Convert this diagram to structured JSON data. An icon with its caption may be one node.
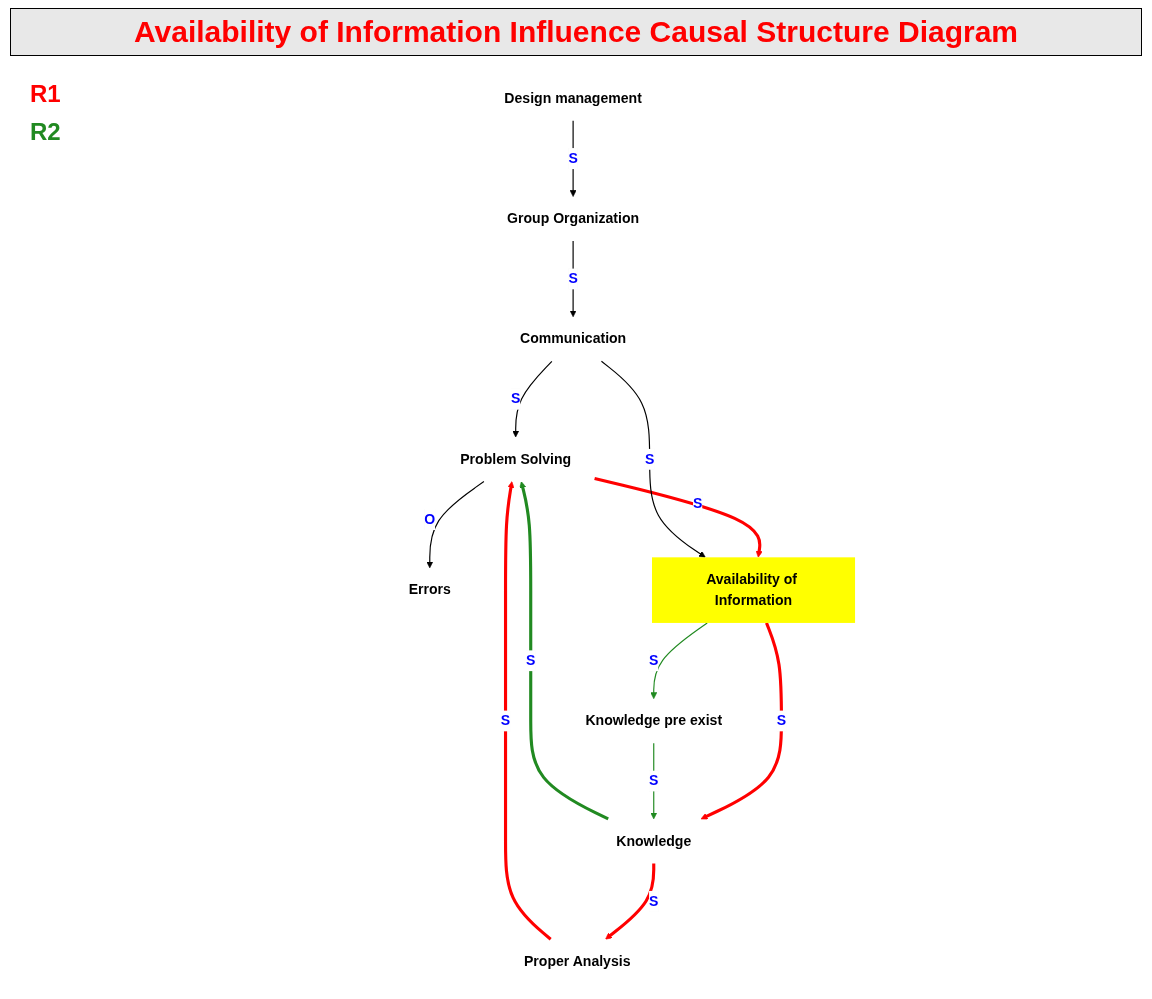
{
  "diagram": {
    "title": "Availability of Information Influence Causal Structure Diagram",
    "nodes": [
      {
        "text": [
          "Problem Solving"
        ]
      },
      {
        "text": [
          "Errors"
        ]
      },
      {
        "text": [
          "Proper Analysis"
        ]
      },
      {
        "text": [
          "Availability of Information"
        ]
      },
      {
        "text": [
          "Knowledge"
        ]
      },
      {
        "text": [
          "Communication"
        ]
      },
      {
        "text": [
          "Group Organization"
        ]
      },
      {
        "text": [
          "Design management"
        ]
      },
      {
        "text": [
          "Knowledge pre exist"
        ]
      }
    ],
    "edges": [
      {
        "from": 0,
        "to": 1,
        "arrow": "to",
        "label": "O"
      },
      {
        "from": 2,
        "to": 0,
        "arrow": "to",
        "label": "S",
        "style": "thick",
        "color": "#ff0000"
      },
      {
        "from": 0,
        "to": 3,
        "arrow": "to",
        "label": "S",
        "style": "thick",
        "color": "#ff0000"
      },
      {
        "from": 3,
        "to": 4,
        "arrow": "to",
        "label": "S",
        "style": "thick",
        "color": "#ff0000"
      },
      {
        "from": 4,
        "to": 2,
        "arrow": "to",
        "label": "S",
        "style": "thick",
        "color": "#ff0000"
      },
      {
        "from": 4,
        "to": 0,
        "arrow": "to",
        "label": "S",
        "style": "thick",
        "color": "#218a21"
      },
      {
        "from": 3,
        "to": 8,
        "arrow": "to",
        "label": "S",
        "color": "#218a21"
      },
      {
        "from": 8,
        "to": 4,
        "arrow": "to",
        "label": "S",
        "color": "#218a21"
      },
      {
        "from": 5,
        "to": 0,
        "arrow": "to",
        "label": "S"
      },
      {
        "from": 5,
        "to": 3,
        "arrow": "to",
        "label": "S"
      },
      {
        "from": 6,
        "to": 5,
        "arrow": "to",
        "label": "S"
      },
      {
        "from": 7,
        "to": 6,
        "arrow": "to",
        "label": "S"
      }
    ],
    "labels": [
      "R1",
      "R2"
    ]
  }
}
